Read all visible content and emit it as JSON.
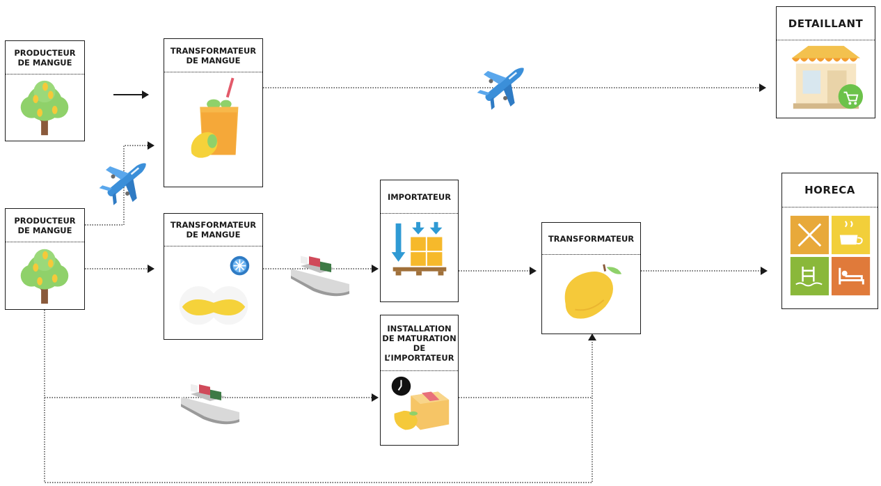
{
  "boxes": {
    "producer_top": "PRODUCTEUR\nDE MANGUE",
    "producer_bottom": "PRODUCTEUR\nDE MANGUE",
    "processor_top": "TRANSFORMATEUR\nDE MANGUE",
    "processor_mid": "TRANSFORMATEUR\nDE MANGUE",
    "importer": "IMPORTATEUR",
    "ripening": "INSTALLATION\nDE MATURATION\nDE\nL’IMPORTATEUR",
    "processor": "TRANSFORMATEUR",
    "retailer": "DETAILLANT",
    "horeca": "HORECA"
  },
  "icons": {
    "producer_top": "mango-tree-icon",
    "producer_bottom": "mango-tree-icon",
    "processor_top": "mango-juice-icon",
    "processor_mid": "frozen-mango-icon",
    "importer": "pallet-boxes-icon",
    "ripening": "ripening-box-icon",
    "processor": "mango-icon",
    "retailer": "shop-icon",
    "horeca": "horeca-icons",
    "transport_air": "airplane-icon",
    "transport_sea": "cargo-ship-icon"
  },
  "colors": {
    "line": "#1a1a1a",
    "mango": "#f5c93a",
    "leaf": "#8fd16a",
    "plane": "#3b8fd9",
    "ship_hull": "#c8c8c8"
  }
}
